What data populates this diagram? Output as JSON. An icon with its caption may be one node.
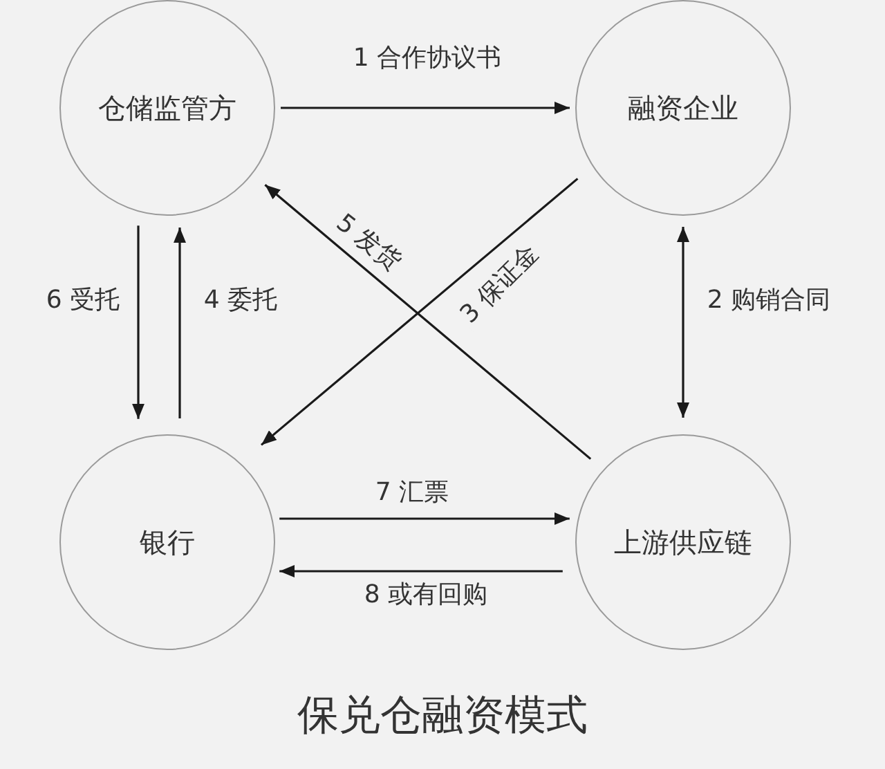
{
  "diagram": {
    "title": "保兑仓融资模式",
    "nodes": [
      {
        "text": [
          "仓储监管方"
        ]
      },
      {
        "text": [
          "融资企业"
        ]
      },
      {
        "text": [
          "银行"
        ]
      },
      {
        "text": [
          "上游供应链"
        ]
      }
    ],
    "edges": [
      {
        "from": 0,
        "to": 1,
        "arrow": "to",
        "label": "1 合作协议书"
      },
      {
        "from": 1,
        "to": 3,
        "arrow": "both",
        "label": "2 购销合同"
      },
      {
        "from": 1,
        "to": 2,
        "arrow": "to",
        "label": "3 保证金"
      },
      {
        "from": 2,
        "to": 0,
        "arrow": "to",
        "label": "4 委托"
      },
      {
        "from": 3,
        "to": 0,
        "arrow": "to",
        "label": "5 发货"
      },
      {
        "from": 0,
        "to": 2,
        "arrow": "to",
        "label": "6 受托"
      },
      {
        "from": 2,
        "to": 3,
        "arrow": "to",
        "label": "7 汇票"
      },
      {
        "from": 3,
        "to": 2,
        "arrow": "to",
        "label": "8 或有回购"
      }
    ]
  }
}
